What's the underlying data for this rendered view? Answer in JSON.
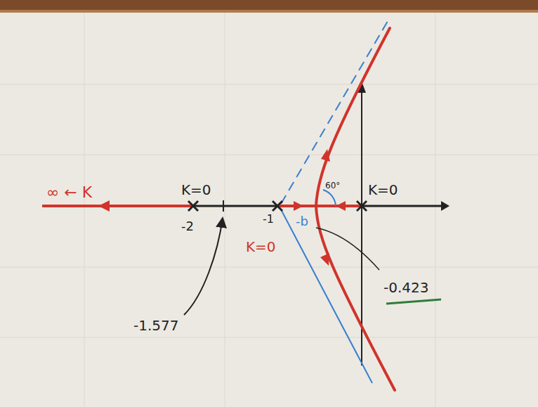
{
  "diagram": {
    "labels": [
      "∞ ← K",
      "K=0",
      "-2",
      "-1.577",
      "-1",
      "K=0",
      "60°",
      "-b",
      "K=0",
      "-0.423"
    ]
  }
}
